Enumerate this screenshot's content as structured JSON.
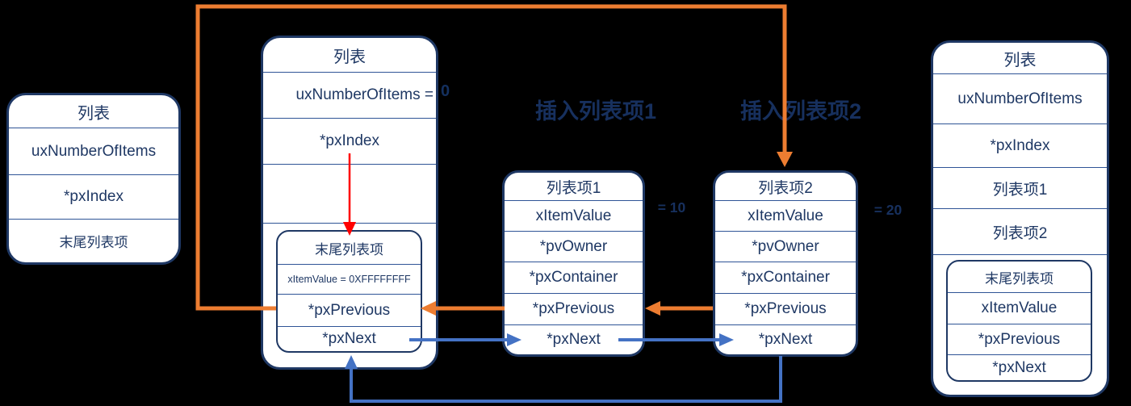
{
  "colors": {
    "background": "#000000",
    "box_fill": "#ffffff",
    "box_border": "#1f3864",
    "row_divider": "#2f5496",
    "text": "#1f3864",
    "prev_pointer_arrow": "#ED7D31",
    "next_pointer_arrow": "#4472C4",
    "index_pointer_arrow": "#ff0000"
  },
  "labels": {
    "insert_item1": "插入列表项1",
    "insert_item2": "插入列表项2",
    "item1_value": "= 10",
    "item2_value": "= 20",
    "count_value": "0"
  },
  "list_before": {
    "title": "列表",
    "rows": [
      "uxNumberOfItems",
      "*pxIndex",
      "末尾列表项"
    ]
  },
  "list_empty": {
    "title": "列表",
    "count_row": "uxNumberOfItems =",
    "index_row": "*pxIndex",
    "end_marker": {
      "title": "末尾列表项",
      "value_row": "xItemValue = 0XFFFFFFFF",
      "prev_row": "*pxPrevious",
      "next_row": "*pxNext"
    }
  },
  "item1": {
    "title": "列表项1",
    "rows": [
      "xItemValue",
      "*pvOwner",
      "*pxContainer",
      "*pxPrevious",
      "*pxNext"
    ]
  },
  "item2": {
    "title": "列表项2",
    "rows": [
      "xItemValue",
      "*pvOwner",
      "*pxContainer",
      "*pxPrevious",
      "*pxNext"
    ]
  },
  "list_after": {
    "title": "列表",
    "rows": [
      "uxNumberOfItems",
      "*pxIndex",
      "列表项1",
      "列表项2"
    ],
    "end_marker": {
      "title": "末尾列表项",
      "rows": [
        "xItemValue",
        "*pxPrevious",
        "*pxNext"
      ]
    }
  }
}
